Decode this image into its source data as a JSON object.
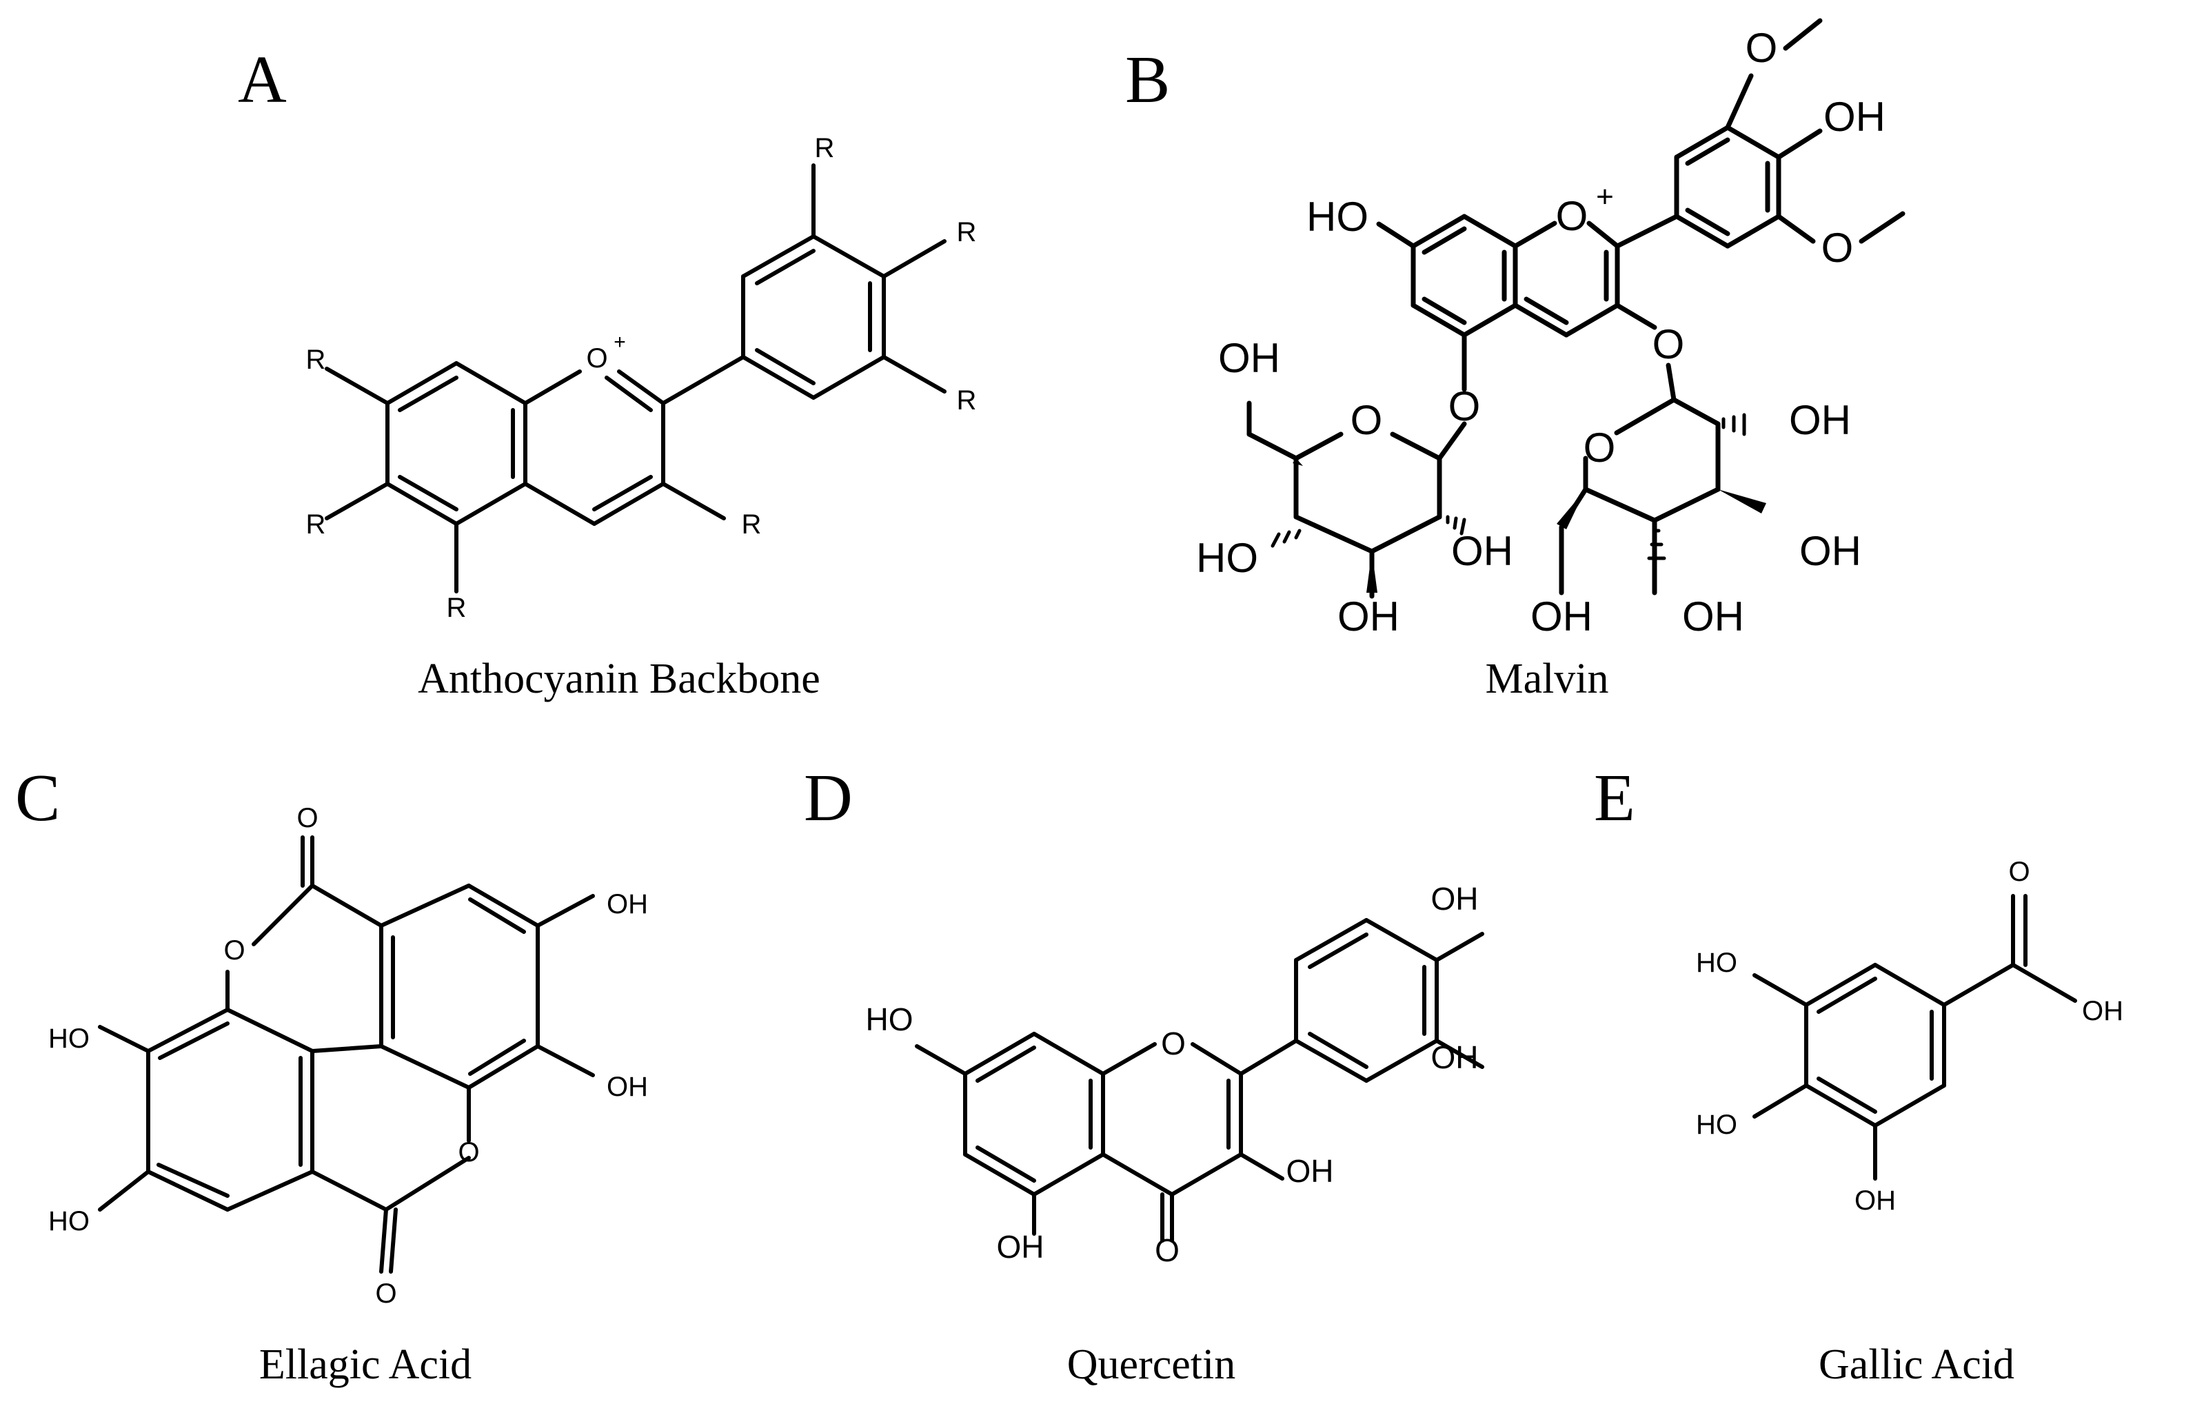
{
  "panels": {
    "A": {
      "letter": "A",
      "caption": "Anthocyanin Backbone",
      "r_label": "R",
      "ring_o": "O",
      "charge": "+"
    },
    "B": {
      "letter": "B",
      "caption": "Malvin",
      "ring_o": "O",
      "charge": "+",
      "ho": "HO",
      "oh": "OH",
      "o": "O"
    },
    "C": {
      "letter": "C",
      "caption": "Ellagic Acid",
      "o": "O",
      "oh": "OH",
      "ho": "HO"
    },
    "D": {
      "letter": "D",
      "caption": "Quercetin",
      "o": "O",
      "oh": "OH",
      "ho": "HO"
    },
    "E": {
      "letter": "E",
      "caption": "Gallic Acid",
      "o": "O",
      "oh": "OH",
      "ho": "HO"
    }
  }
}
